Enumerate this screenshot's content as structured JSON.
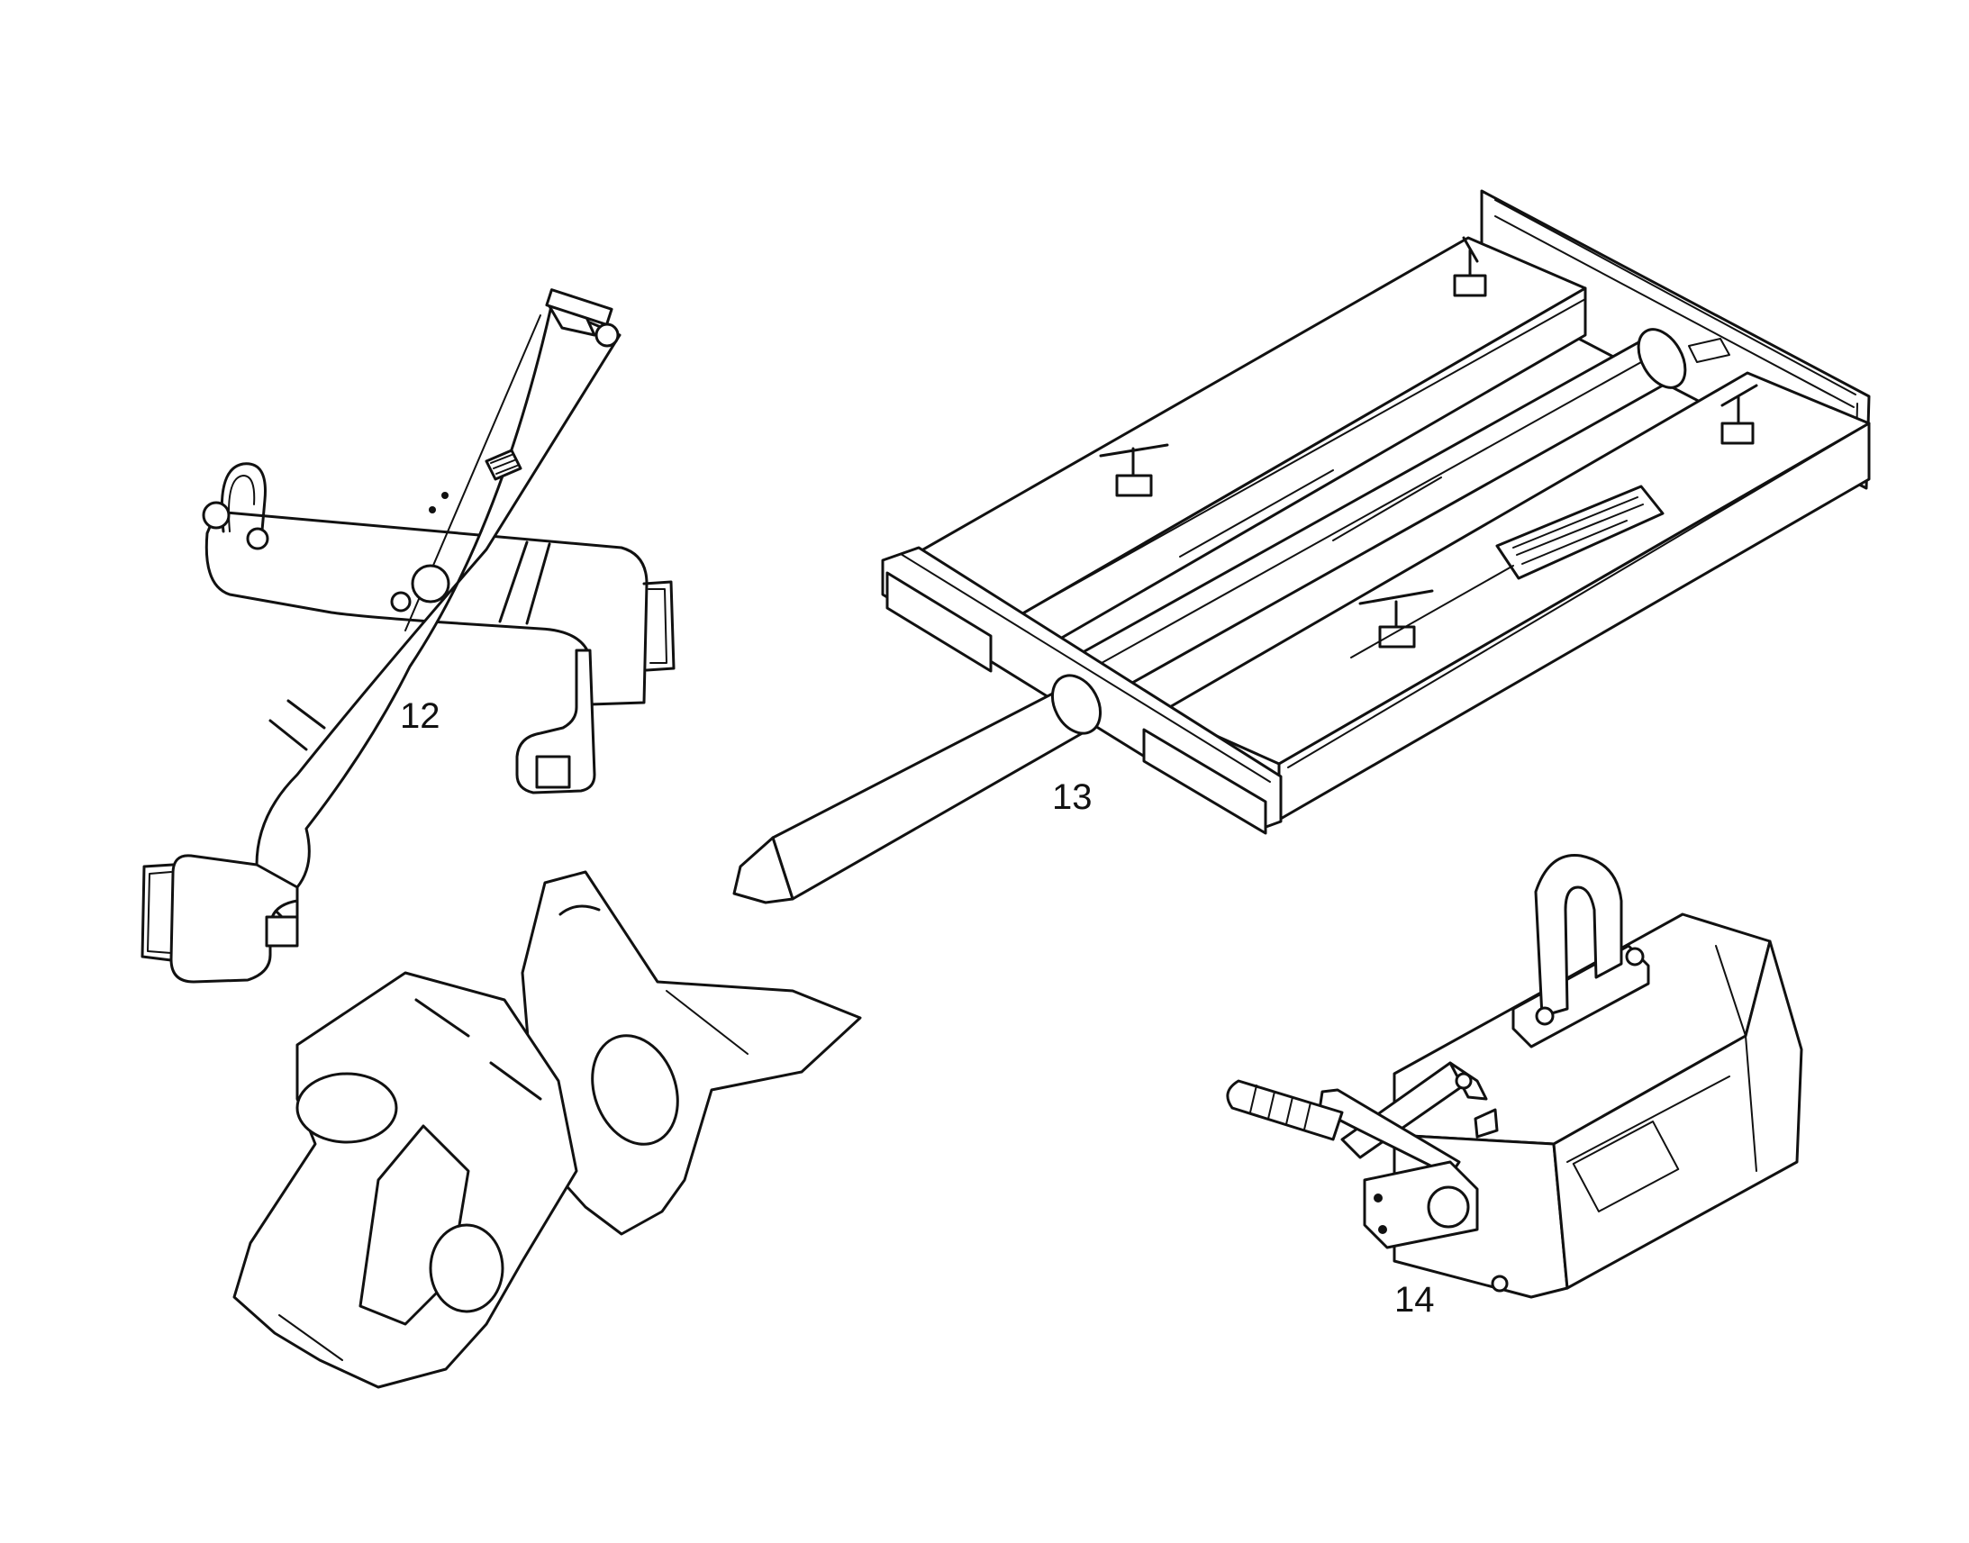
{
  "callouts": {
    "item_12": "12",
    "item_13": "13",
    "item_14": "14"
  },
  "colors": {
    "line": "#111111",
    "background": "#ffffff"
  }
}
